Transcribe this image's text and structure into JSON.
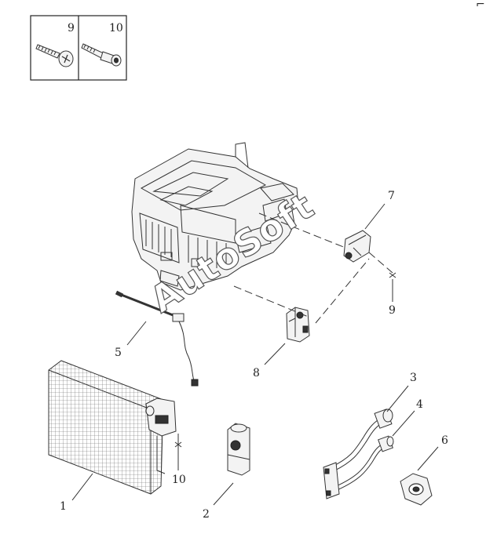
{
  "diagram": {
    "inset_labels": [
      "9",
      "10"
    ],
    "callouts": {
      "c1": "1",
      "c2": "2",
      "c3": "3",
      "c4": "4",
      "c5": "5",
      "c6": "6",
      "c7": "7",
      "c8": "8",
      "c9": "9",
      "c10": "10"
    },
    "watermark": "AutoSoft",
    "corner_mark": "⌐⌐"
  }
}
